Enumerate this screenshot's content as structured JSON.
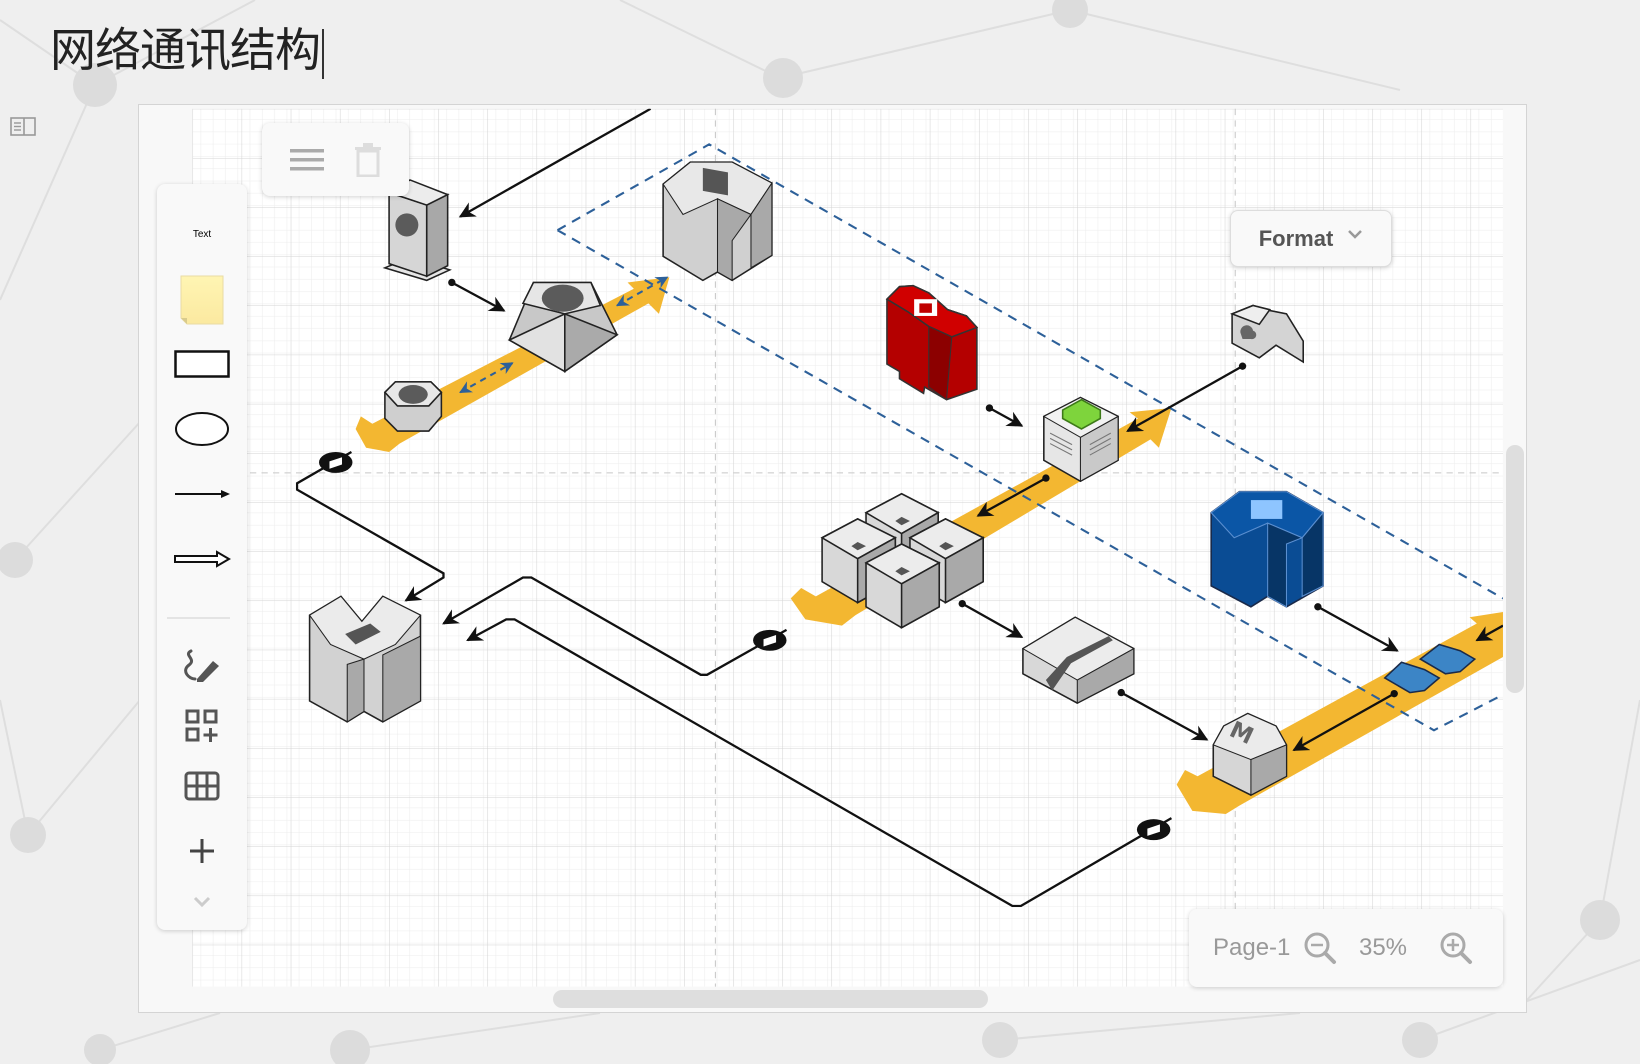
{
  "document": {
    "title": "网络通讯结构"
  },
  "top_toolbar": {
    "menu_icon": "hamburger-menu-icon",
    "delete_icon": "trash-icon"
  },
  "left_toolbar": {
    "items": [
      {
        "name": "text",
        "label": "Text"
      },
      {
        "name": "sticky-note",
        "icon": "sticky-note-icon"
      },
      {
        "name": "rectangle",
        "icon": "rectangle-icon"
      },
      {
        "name": "ellipse",
        "icon": "ellipse-icon"
      },
      {
        "name": "line-arrow",
        "icon": "arrow-line-icon"
      },
      {
        "name": "double-arrow",
        "icon": "double-arrow-icon"
      },
      {
        "name": "freehand",
        "icon": "freehand-pen-icon"
      },
      {
        "name": "add-shapes",
        "icon": "shapes-add-icon"
      },
      {
        "name": "table",
        "icon": "table-icon"
      },
      {
        "name": "add",
        "icon": "plus-icon"
      },
      {
        "name": "more",
        "icon": "chevron-down-icon"
      }
    ]
  },
  "format_panel": {
    "label": "Format"
  },
  "zoom_panel": {
    "page_label": "Page-1",
    "zoom_level": "35%"
  },
  "diagram": {
    "colors": {
      "bus": "#f3b731",
      "dashed_group": "#2d6099",
      "red_db": "#c00000",
      "blue_server": "#0a4c94",
      "green_chip": "#7ed43c",
      "blue_blocks": "#3c85c6",
      "gray_face": "#dcdcdc"
    },
    "nodes": [
      {
        "id": "gateway-tower",
        "icon": "network-globe-icon"
      },
      {
        "id": "router-hub",
        "icon": "network-topology-icon"
      },
      {
        "id": "vpn-node",
        "icon": "usb-network-icon"
      },
      {
        "id": "mainframe-gray",
        "icon": "server-grid-icon"
      },
      {
        "id": "database-red",
        "icon": "database-table-icon"
      },
      {
        "id": "storage-green",
        "icon": "green-chip-icon"
      },
      {
        "id": "camera-cloud",
        "icon": "cloud-camera-icon"
      },
      {
        "id": "server-cluster",
        "icon": "cube-cluster-icon"
      },
      {
        "id": "cracked-block",
        "icon": "broken-block-icon"
      },
      {
        "id": "mainframe-blue",
        "icon": "server-grid-icon"
      },
      {
        "id": "blue-blocks",
        "icon": "storage-blocks-icon"
      },
      {
        "id": "m-node",
        "icon": "m-letter-icon"
      },
      {
        "id": "recycle-box",
        "icon": "trash-gear-icon"
      }
    ],
    "locks": 3
  }
}
